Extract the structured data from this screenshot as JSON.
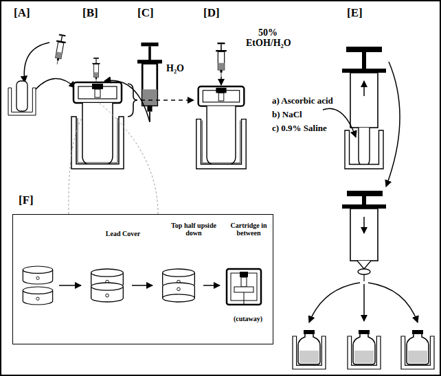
{
  "diagram": {
    "nodes": [
      {
        "text": [
          "[F]",
          "Lead Cover",
          "Top half upside down",
          "Cartridge in between",
          "(cutaway)"
        ]
      }
    ],
    "labels": [
      "[A]",
      "[B]",
      "[C]",
      "[D]",
      "[E]",
      "H₂O",
      "50% EtOH/H₂O",
      "a) Ascorbic acid",
      "b) NaCl",
      "c) 0.9% Saline"
    ]
  }
}
